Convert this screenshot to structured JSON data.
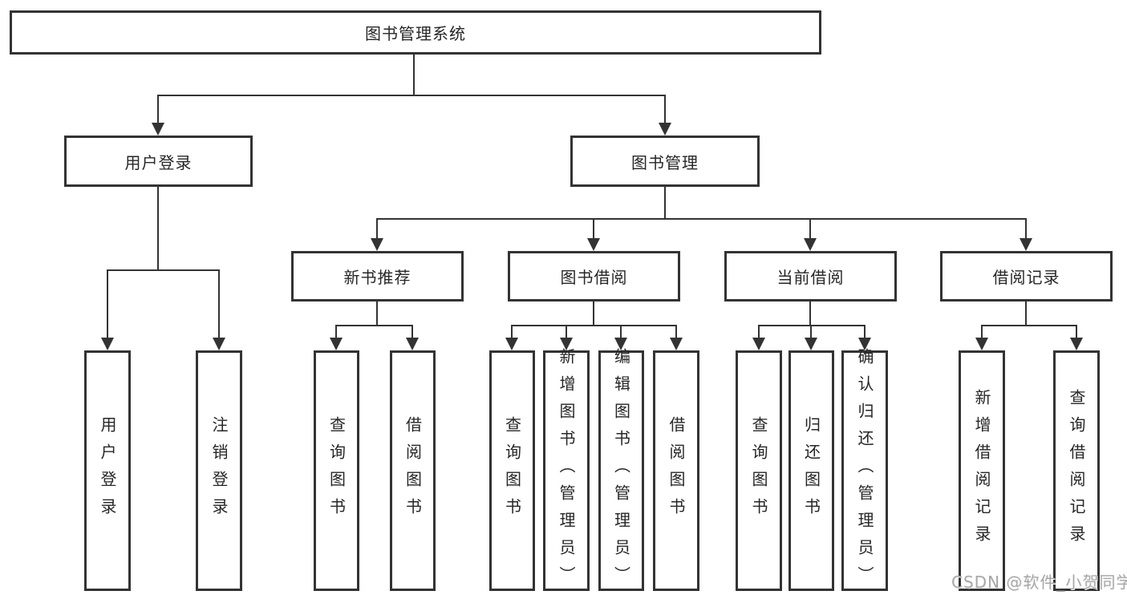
{
  "nodes": {
    "root": "图书管理系统",
    "user_login": "用户登录",
    "book_management": "图书管理",
    "new_book_recommend": "新书推荐",
    "book_borrowing": "图书借阅",
    "current_borrowing": "当前借阅",
    "borrowing_records": "借阅记录"
  },
  "leaves": {
    "user_login": "用户登录",
    "logout": "注销登录",
    "recommend_query_books": "查询图书",
    "recommend_borrow_books": "借阅图书",
    "borrowing_query_books": "查询图书",
    "borrowing_add_books_admin": "新增图书（管理员）",
    "borrowing_edit_books_admin": "编辑图书（管理员）",
    "borrowing_borrow_books": "借阅图书",
    "current_query_books": "查询图书",
    "current_return_books": "归还图书",
    "current_confirm_return_admin": "确认归还（管理员）",
    "records_add_record": "新增借阅记录",
    "records_query_record": "查询借阅记录"
  },
  "watermark": "CSDN @软件_小贺同学",
  "colors": {
    "line": "#333333",
    "text": "#262626",
    "watermark": "#a8a8a8",
    "background": "#ffffff"
  }
}
